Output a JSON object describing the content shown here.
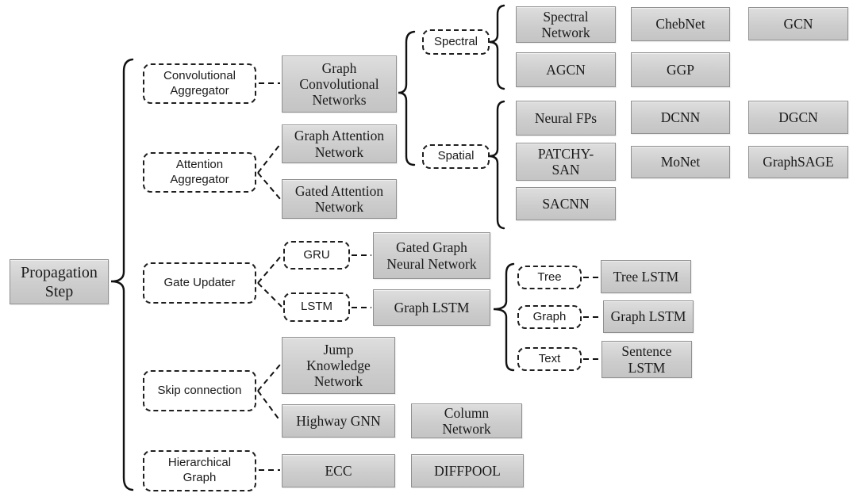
{
  "labels": {
    "propagation_step": "Propagation\nStep",
    "convolutional_aggregator": "Convolutional\nAggregator",
    "attention_aggregator": "Attention\nAggregator",
    "gate_updater": "Gate Updater",
    "skip_connection": "Skip connection",
    "hierarchical_graph": "Hierarchical\nGraph",
    "graph_convolutional_networks": "Graph\nConvolutional\nNetworks",
    "spectral": "Spectral",
    "spatial": "Spatial",
    "spectral_network": "Spectral\nNetwork",
    "chebnet": "ChebNet",
    "gcn": "GCN",
    "agcn": "AGCN",
    "ggp": "GGP",
    "neural_fps": "Neural FPs",
    "dcnn": "DCNN",
    "dgcn": "DGCN",
    "patchy_san": "PATCHY-\nSAN",
    "monet": "MoNet",
    "graphsage": "GraphSAGE",
    "sacnn": "SACNN",
    "graph_attention_network": "Graph Attention\nNetwork",
    "gated_attention_network": "Gated Attention\nNetwork",
    "gru": "GRU",
    "gated_graph_neural_network": "Gated Graph\nNeural Network",
    "lstm": "LSTM",
    "graph_lstm": "Graph LSTM",
    "tree": "Tree",
    "graph": "Graph",
    "text": "Text",
    "tree_lstm": "Tree LSTM",
    "graph_lstm_variant": "Graph LSTM",
    "sentence_lstm": "Sentence\nLSTM",
    "jump_knowledge_network": "Jump\nKnowledge\nNetwork",
    "highway_gnn": "Highway GNN",
    "column_network": "Column\nNetwork",
    "ecc": "ECC",
    "diffpool": "DIFFPOOL"
  },
  "hierarchy": {
    "root": "Propagation Step",
    "children": [
      {
        "category": "Convolutional Aggregator",
        "children": [
          {
            "node": "Graph Convolutional Networks",
            "children": [
              {
                "category": "Spectral",
                "children": [
                  "Spectral Network",
                  "ChebNet",
                  "GCN",
                  "AGCN",
                  "GGP"
                ]
              },
              {
                "category": "Spatial",
                "children": [
                  "Neural FPs",
                  "DCNN",
                  "DGCN",
                  "PATCHY-SAN",
                  "MoNet",
                  "GraphSAGE",
                  "SACNN"
                ]
              }
            ]
          }
        ]
      },
      {
        "category": "Attention Aggregator",
        "children": [
          "Graph Attention Network",
          "Gated Attention Network"
        ]
      },
      {
        "category": "Gate Updater",
        "children": [
          {
            "category": "GRU",
            "children": [
              "Gated Graph Neural Network"
            ]
          },
          {
            "category": "LSTM",
            "children": [
              {
                "node": "Graph LSTM",
                "children": [
                  {
                    "category": "Tree",
                    "children": [
                      "Tree LSTM"
                    ]
                  },
                  {
                    "category": "Graph",
                    "children": [
                      "Graph LSTM"
                    ]
                  },
                  {
                    "category": "Text",
                    "children": [
                      "Sentence LSTM"
                    ]
                  }
                ]
              }
            ]
          }
        ]
      },
      {
        "category": "Skip connection",
        "children": [
          "Jump Knowledge Network",
          "Highway GNN",
          "Column Network"
        ]
      },
      {
        "category": "Hierarchical Graph",
        "children": [
          "ECC",
          "DIFFPOOL"
        ]
      }
    ]
  },
  "colors": {
    "background": "#ffffff",
    "solid_box_fill_top": "#dedede",
    "solid_box_fill_bottom": "#c4c4c4",
    "solid_box_border": "#8f8f8f",
    "dashed_box_border": "#1f1f1f",
    "connector": "#111111",
    "text": "#1a1a1a"
  }
}
